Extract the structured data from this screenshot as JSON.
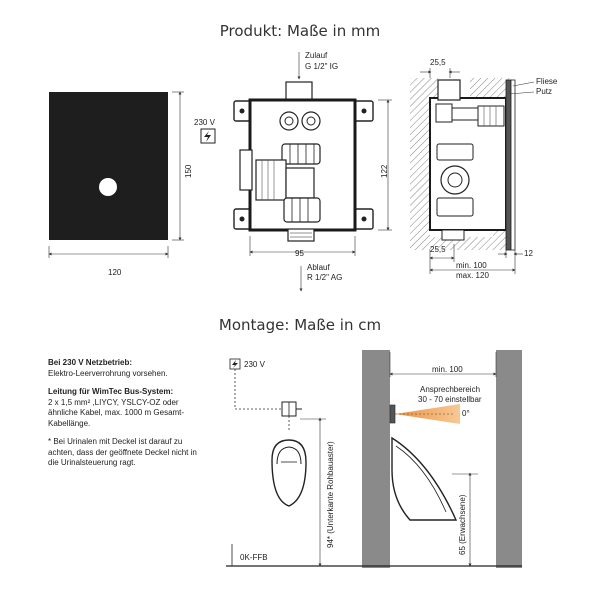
{
  "product": {
    "title": "Produkt: Maße in mm",
    "front": {
      "width": "120",
      "height": "150"
    },
    "body": {
      "inlet_label": "Zulauf",
      "inlet_thread": "G 1/2\" IG",
      "voltage": "230 V",
      "dim_width": "95",
      "dim_height": "122",
      "outlet_label": "Ablauf",
      "outlet_thread": "R 1/2\" AG"
    },
    "side": {
      "top_dim": "25,5",
      "bottom_dim": "25,5",
      "fliese": "Fliese",
      "putz": "Putz",
      "right_dim": "12",
      "min_depth": "min. 100",
      "max_depth": "max. 120"
    }
  },
  "montage": {
    "title": "Montage: Maße in cm",
    "note1_heading": "Bei 230 V Netzbetrieb:",
    "note1_text": "Elektro-Leerverrohrung vorsehen.",
    "note2_heading": "Leitung für WimTec Bus-System:",
    "note2_text": "2 x 1,5 mm² ,LIYCY, YSLCY-OZ oder ähnliche Kabel, max. 1000 m Gesamt-Kabellänge.",
    "note3_text": "* Bei Urinalen mit Deckel ist darauf zu achten, dass der geöffnete Deckel nicht in die Urinalsteuerung ragt.",
    "voltage": "230 V",
    "floor": "0K-FFB",
    "height_label": "94* (Unterkante Rohbauaster)",
    "min_dist": "min. 100",
    "range_line1": "Ansprechbereich",
    "range_line2": "30 - 70 einstellbar",
    "angle": "0°",
    "adult_height": "65 (Erwachsene)"
  }
}
